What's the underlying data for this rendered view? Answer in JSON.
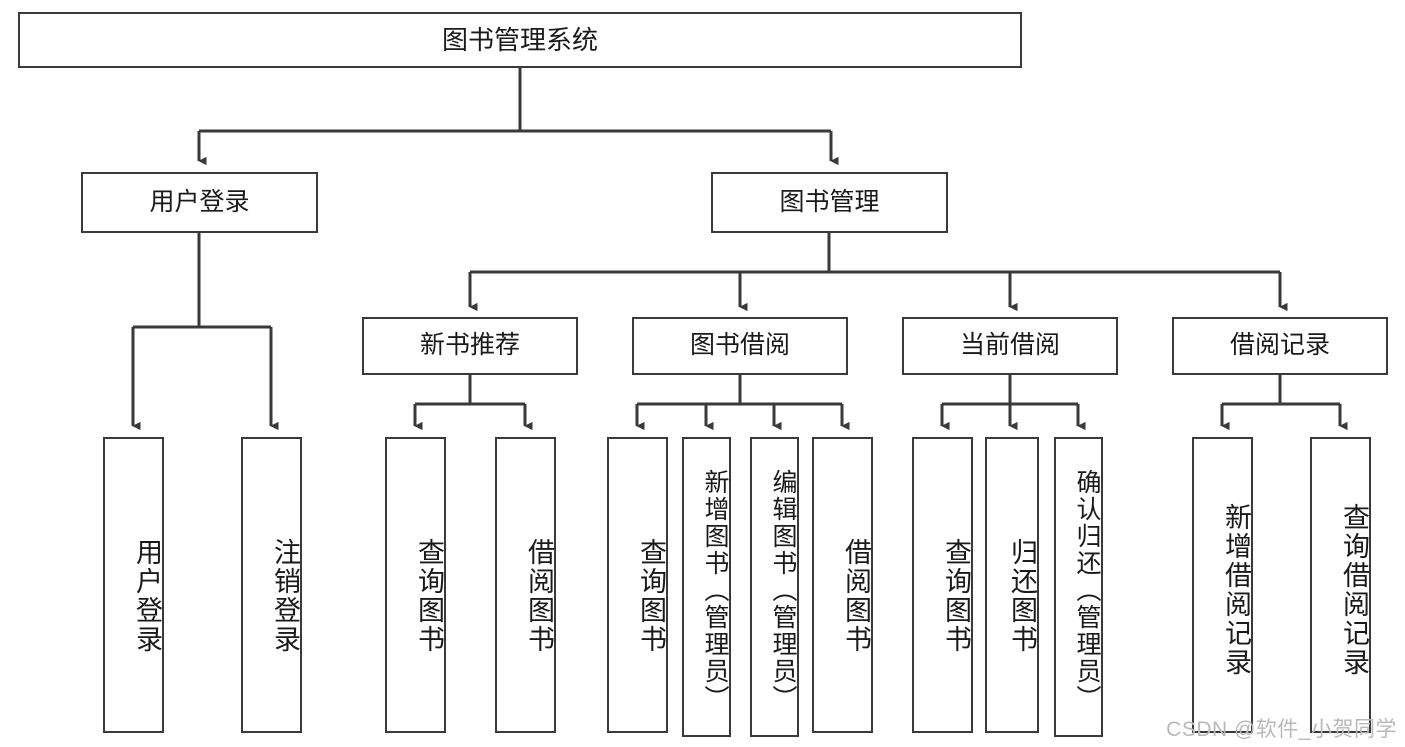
{
  "diagram": {
    "title": "图书管理系统",
    "type": "hierarchy-tree",
    "watermark": "CSDN @软件_小贺同学",
    "colors": {
      "stroke": "#3a3a3a",
      "fill": "#ffffff",
      "text": "#1a1a1a",
      "watermark": "#b9b9b9"
    },
    "nodes": {
      "root": {
        "label": "图书管理系统",
        "orientation": "horizontal"
      },
      "level2": [
        {
          "id": "user-login",
          "label": "用户登录",
          "orientation": "horizontal"
        },
        {
          "id": "book-management",
          "label": "图书管理",
          "orientation": "horizontal"
        }
      ],
      "level3": [
        {
          "id": "new-book-recommend",
          "label": "新书推荐",
          "orientation": "horizontal"
        },
        {
          "id": "book-borrow",
          "label": "图书借阅",
          "orientation": "horizontal"
        },
        {
          "id": "current-borrow",
          "label": "当前借阅",
          "orientation": "horizontal"
        },
        {
          "id": "borrow-record",
          "label": "借阅记录",
          "orientation": "horizontal"
        }
      ],
      "leaves": [
        {
          "id": "leaf-user-login",
          "label": "用户登录",
          "parent": "user-login",
          "orientation": "vertical"
        },
        {
          "id": "leaf-user-logout",
          "label": "注销登录",
          "parent": "user-login",
          "orientation": "vertical"
        },
        {
          "id": "leaf-query-book-1",
          "label": "查询图书",
          "parent": "new-book-recommend",
          "orientation": "vertical"
        },
        {
          "id": "leaf-borrow-book-1",
          "label": "借阅图书",
          "parent": "new-book-recommend",
          "orientation": "vertical"
        },
        {
          "id": "leaf-query-book-2",
          "label": "查询图书",
          "parent": "book-borrow",
          "orientation": "vertical"
        },
        {
          "id": "leaf-add-book",
          "label": "新增图书（管理员）",
          "parent": "book-borrow",
          "orientation": "vertical"
        },
        {
          "id": "leaf-edit-book",
          "label": "编辑图书（管理员）",
          "parent": "book-borrow",
          "orientation": "vertical"
        },
        {
          "id": "leaf-borrow-book-2",
          "label": "借阅图书",
          "parent": "book-borrow",
          "orientation": "vertical"
        },
        {
          "id": "leaf-query-book-3",
          "label": "查询图书",
          "parent": "current-borrow",
          "orientation": "vertical"
        },
        {
          "id": "leaf-return-book",
          "label": "归还图书",
          "parent": "current-borrow",
          "orientation": "vertical"
        },
        {
          "id": "leaf-confirm-return",
          "label": "确认归还（管理员）",
          "parent": "current-borrow",
          "orientation": "vertical"
        },
        {
          "id": "leaf-add-record",
          "label": "新增借阅记录",
          "parent": "borrow-record",
          "orientation": "vertical"
        },
        {
          "id": "leaf-query-record",
          "label": "查询借阅记录",
          "parent": "borrow-record",
          "orientation": "vertical"
        }
      ]
    }
  }
}
